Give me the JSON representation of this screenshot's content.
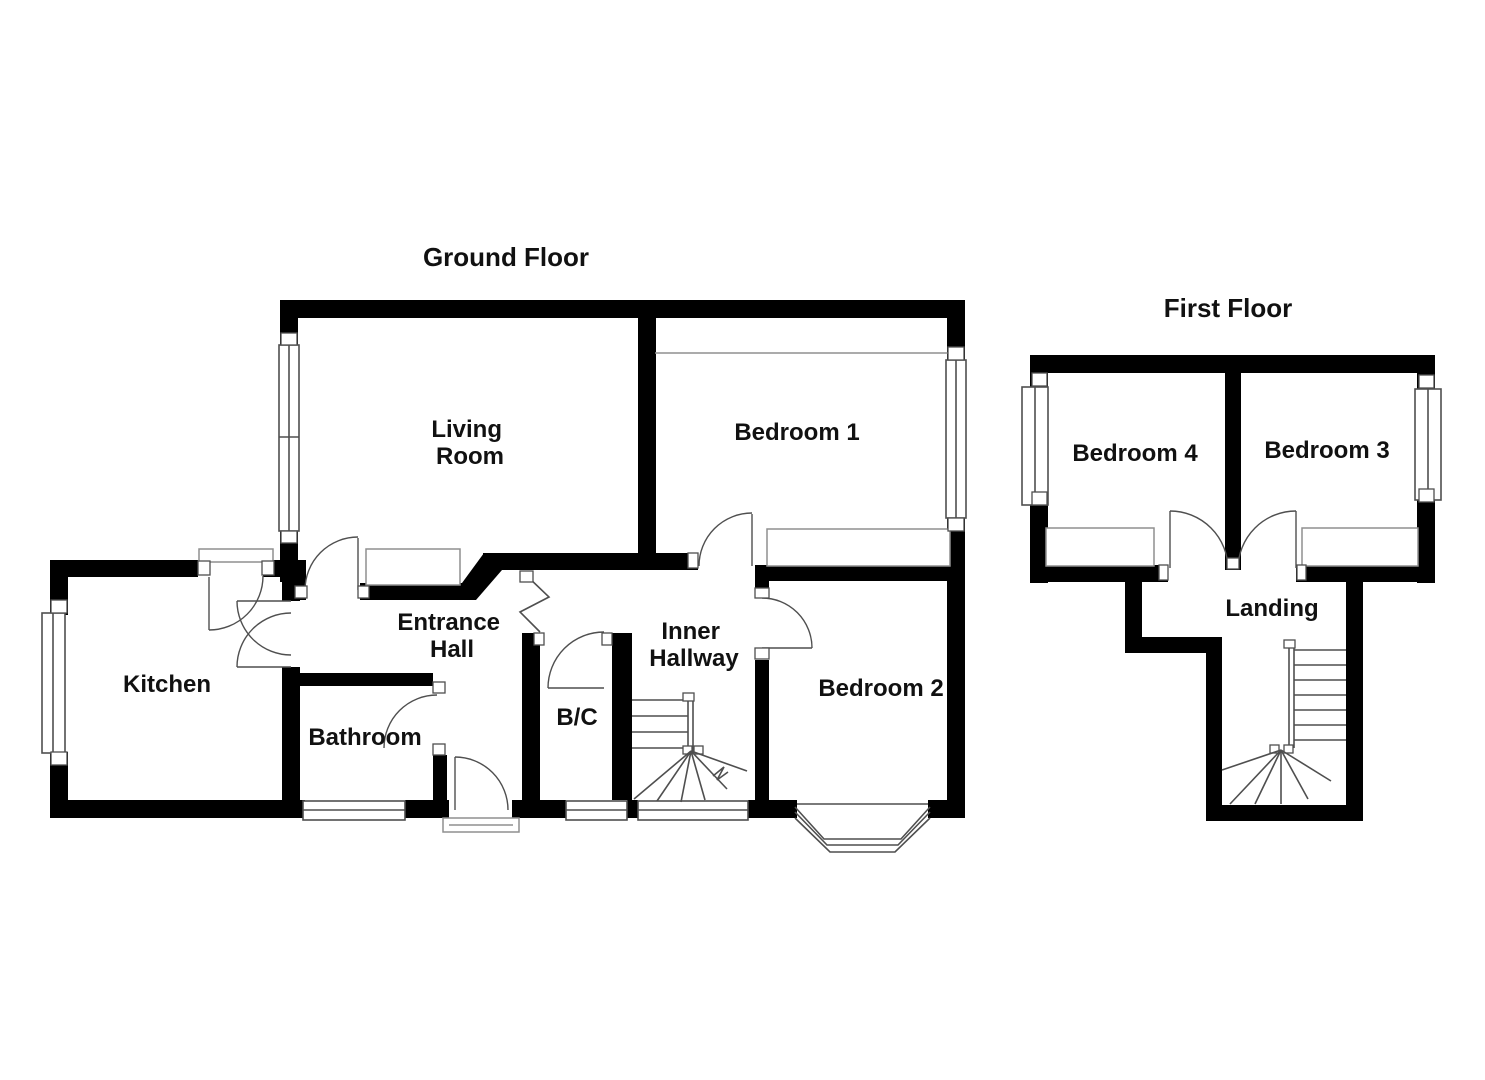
{
  "palette": {
    "background": "#ffffff",
    "wall_color": "#000000",
    "line_color": "#4f4f4f",
    "fixture_color": "#8f8f8f",
    "text_color": "#111111"
  },
  "plan": {
    "floors": [
      {
        "id": "ground-floor",
        "title": "Ground Floor",
        "rooms": [
          {
            "key": "living-room",
            "lines": [
              "Living",
              "Room"
            ]
          },
          {
            "key": "bedroom-1",
            "lines": [
              "Bedroom 1"
            ]
          },
          {
            "key": "kitchen",
            "lines": [
              "Kitchen"
            ]
          },
          {
            "key": "entrance-hall",
            "lines": [
              "Entrance",
              "Hall"
            ]
          },
          {
            "key": "inner-hallway",
            "lines": [
              "Inner",
              "Hallway"
            ]
          },
          {
            "key": "bathroom",
            "lines": [
              "Bathroom"
            ]
          },
          {
            "key": "boiler-cupboard",
            "lines": [
              "B/C"
            ]
          },
          {
            "key": "bedroom-2",
            "lines": [
              "Bedroom 2"
            ]
          }
        ]
      },
      {
        "id": "first-floor",
        "title": "First Floor",
        "rooms": [
          {
            "key": "bedroom-4",
            "lines": [
              "Bedroom 4"
            ]
          },
          {
            "key": "bedroom-3",
            "lines": [
              "Bedroom 3"
            ]
          },
          {
            "key": "landing",
            "lines": [
              "Landing"
            ]
          }
        ]
      }
    ]
  }
}
